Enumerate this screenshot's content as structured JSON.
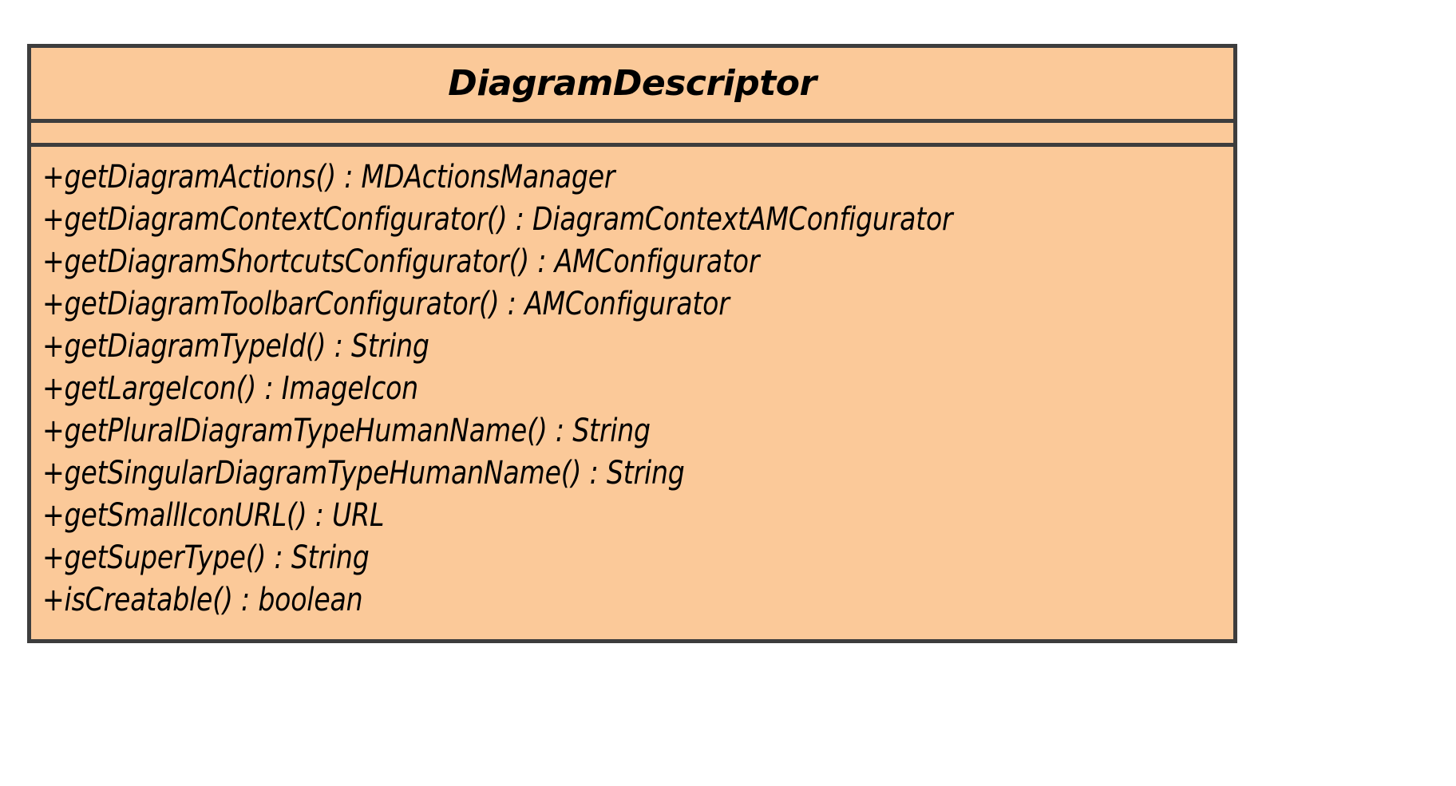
{
  "diagram": {
    "type": "uml-class-diagram",
    "background_color": "#FFFFFF",
    "class_box": {
      "name": "DiagramDescriptor",
      "fill_color": "#FBC999",
      "border_color": "#3D3D3D",
      "text_color": "#000000",
      "is_abstract": true,
      "attributes": [],
      "attributes_compartment_empty": true,
      "operations": [
        "+getDiagramActions() : MDActionsManager",
        "+getDiagramContextConfigurator() : DiagramContextAMConfigurator",
        "+getDiagramShortcutsConfigurator() : AMConfigurator",
        "+getDiagramToolbarConfigurator() : AMConfigurator",
        "+getDiagramTypeId() : String",
        "+getLargeIcon() : ImageIcon",
        "+getPluralDiagramTypeHumanName() : String",
        "+getSingularDiagramTypeHumanName() : String",
        "+getSmallIconURL() : URL",
        "+getSuperType() : String",
        "+isCreatable() : boolean"
      ]
    }
  }
}
